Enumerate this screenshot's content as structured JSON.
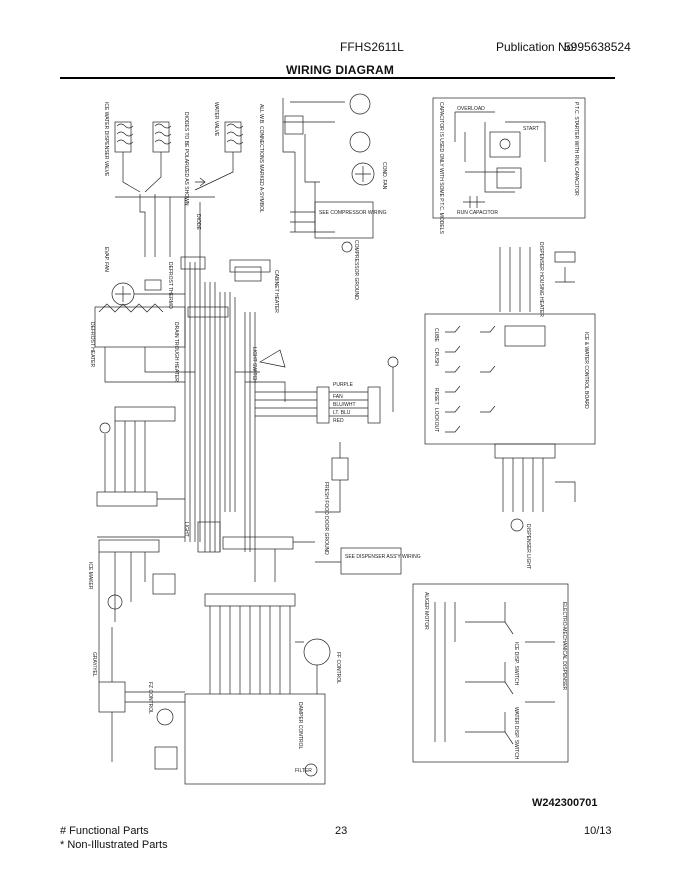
{
  "header": {
    "model": "FFHS2611L",
    "publication_label": "Publication No:",
    "publication_number": "5995638524",
    "title": "WIRING DIAGRAM"
  },
  "diagram": {
    "labels": {
      "ice_water_valve": "ICE WATER DISPENSER VALVE",
      "water_valve": "WATER VALVE",
      "diode": "DIODE",
      "diode_note": "DIODES TO BE POLARIZED AS SHOWN",
      "connecting_note": "ALL W.B. CONNECTIONS MARKED A-SYMBOL",
      "defrost_heater": "DEFROST HEATER",
      "evap_fan": "EVAP. FAN",
      "defrost_thermo": "DEFROST THERMO",
      "drain_trough_heater": "DRAIN TROUGH HEATER",
      "see_compressor_wiring": "SEE COMPRESSOR WIRING",
      "compressor_ground": "COMPRESSOR GROUND",
      "cond_fan": "COND. FAN",
      "cabinet_heater": "CABINET HEATER",
      "light_switch": "LIGHT SWITCH",
      "purple": "PURPLE",
      "fan": "FAN",
      "blu_wht": "BLU/WHT",
      "lt_blu": "LT. BLU",
      "red": "RED",
      "ice_maker": "ICE MAKER",
      "gray_yel": "GRAY/YEL",
      "light": "LIGHT",
      "see_dispenser_wiring": "SEE DISPENSER ASS'Y WIRING",
      "fresh_food_door_ground": "FRESH FOOD DOOR GROUND",
      "fz_control": "FZ CONTROL",
      "damper_control": "DAMPER CONTROL",
      "ff_control": "FF CONTROL",
      "motor_filter": "FILTER",
      "capacitor_note": "CAPACITOR IS USED ONLY WITH SOME P.T.C. MODELS",
      "ptc_starter": "P.T.C. STARTER WITH RUN CAPACITOR",
      "overload": "OVERLOAD",
      "start": "START",
      "run_capacitor": "RUN CAPACITOR",
      "ice_water_board": "ICE & WATER CONTROL BOARD",
      "dispenser_heater": "DISPENSER HOUSING HEATER",
      "dispenser_light": "DISPENSER LIGHT",
      "cube": "CUBE",
      "crush": "CRUSH",
      "reset": "RESET",
      "lockout": "LOCKOUT",
      "electro_mech": "ELECTRO-MECHANICAL DISPENSER",
      "ice_dispenser_switch": "ICE DISP. SWITCH",
      "water_disp_switch": "WATER DISP. SWITCH",
      "auger_motor": "AUGER MOTOR"
    },
    "drawing_number": "W242300701"
  },
  "footer": {
    "functional_parts": "# Functional Parts",
    "non_illustrated": "* Non-Illustrated Parts",
    "page_number": "23",
    "date": "10/13"
  }
}
